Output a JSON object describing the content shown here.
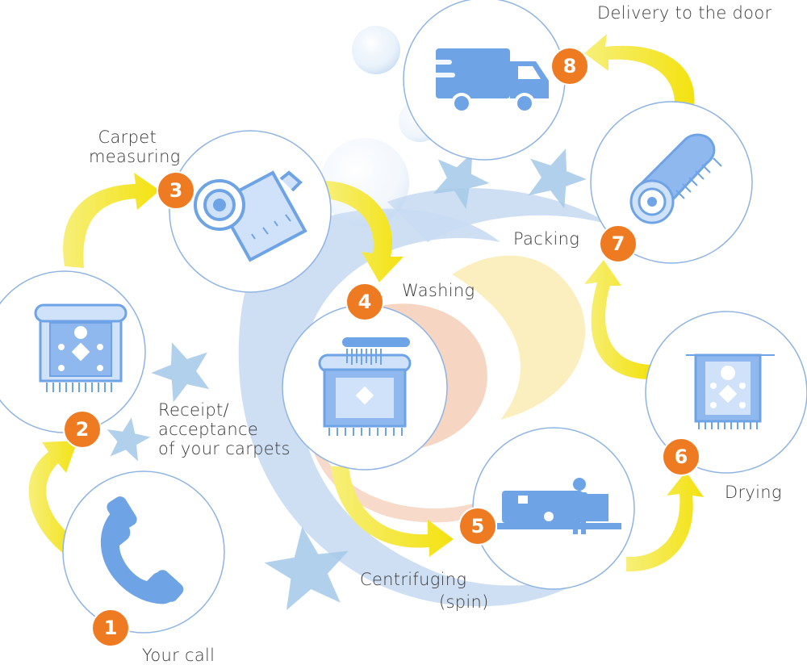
{
  "steps": [
    {
      "number": "1",
      "label": "Your call",
      "icon": "phone-icon"
    },
    {
      "number": "2",
      "label": "Receipt/\nacceptance\nof your carpets",
      "icon": "rolled-carpet-icon"
    },
    {
      "number": "3",
      "label": "Carpet\nmeasuring",
      "icon": "tape-measure-icon"
    },
    {
      "number": "4",
      "label": "Washing",
      "icon": "carpet-brush-icon"
    },
    {
      "number": "5",
      "label": "Centrifuging",
      "sublabel": "(spin)",
      "icon": "centrifuge-machine-icon"
    },
    {
      "number": "6",
      "label": "Drying",
      "icon": "hanging-carpet-icon"
    },
    {
      "number": "7",
      "label": "Packing",
      "icon": "rolled-up-carpet-icon"
    },
    {
      "number": "8",
      "label": "Delivery to the door",
      "icon": "delivery-truck-icon"
    }
  ],
  "colors": {
    "badge": "#ee7a22",
    "icon_blue": "#6ea3e6",
    "icon_light": "#cfe2f9",
    "arrow_yellow": "#f4e51e",
    "circle_border": "#8fb4e4",
    "background_blue": "#c9dcf3",
    "background_peach": "#f6d3bf",
    "background_cream": "#fbeebc",
    "star": "#a9cbe9"
  }
}
